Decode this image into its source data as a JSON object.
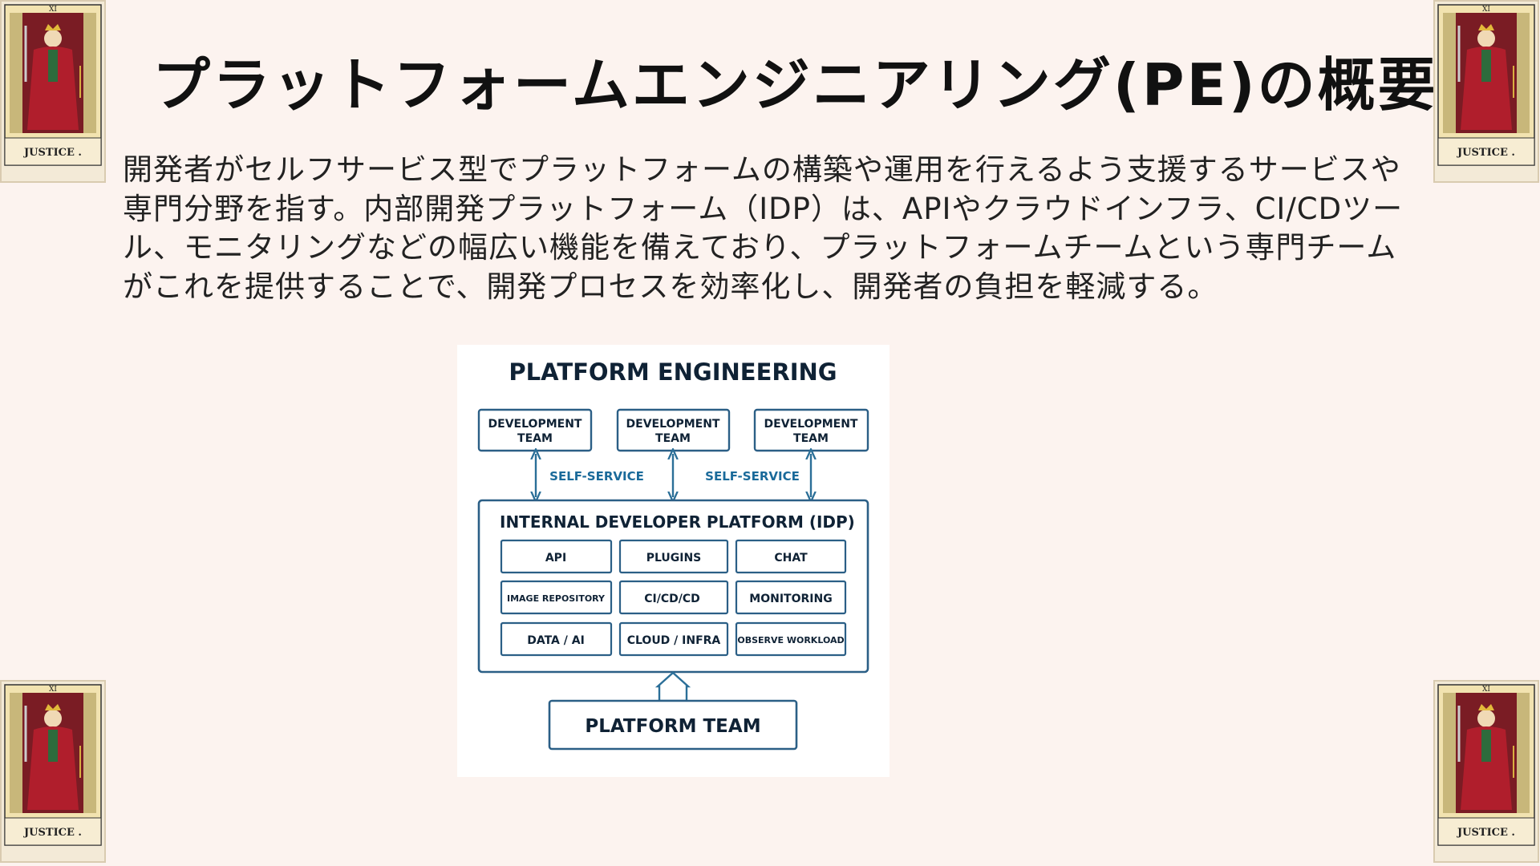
{
  "slide": {
    "title": "プラットフォームエンジニアリング(PE)の概要",
    "body": "開発者がセルフサービス型でプラットフォームの構築や運用を行えるよう支援するサービスや専門分野を指す。内部開発プラットフォーム（IDP）は、APIやクラウドインフラ、CI/CDツール、モニタリングなどの幅広い機能を備えており、プラットフォームチームという専門チームがこれを提供することで、開発プロセスを効率化し、開発者の負担を軽減する。"
  },
  "cards": {
    "numeral": "XI",
    "caption": "JUSTICE ."
  },
  "diagram": {
    "title": "PLATFORM ENGINEERING",
    "dev_teams": [
      {
        "line1": "DEVELOPMENT",
        "line2": "TEAM"
      },
      {
        "line1": "DEVELOPMENT",
        "line2": "TEAM"
      },
      {
        "line1": "DEVELOPMENT",
        "line2": "TEAM"
      }
    ],
    "self_service_labels": [
      "SELF-SERVICE",
      "SELF-SERVICE"
    ],
    "idp_title": "INTERNAL DEVELOPER PLATFORM (IDP)",
    "modules": [
      "API",
      "PLUGINS",
      "CHAT",
      "IMAGE REPOSITORY",
      "CI/CD/CD",
      "MONITORING",
      "DATA / AI",
      "CLOUD / INFRA",
      "OBSERVE WORKLOAD"
    ],
    "platform_team": "PLATFORM TEAM",
    "colors": {
      "box_border": "#2b5f86",
      "arrow": "#2b6f98",
      "text": "#0f2235"
    }
  }
}
